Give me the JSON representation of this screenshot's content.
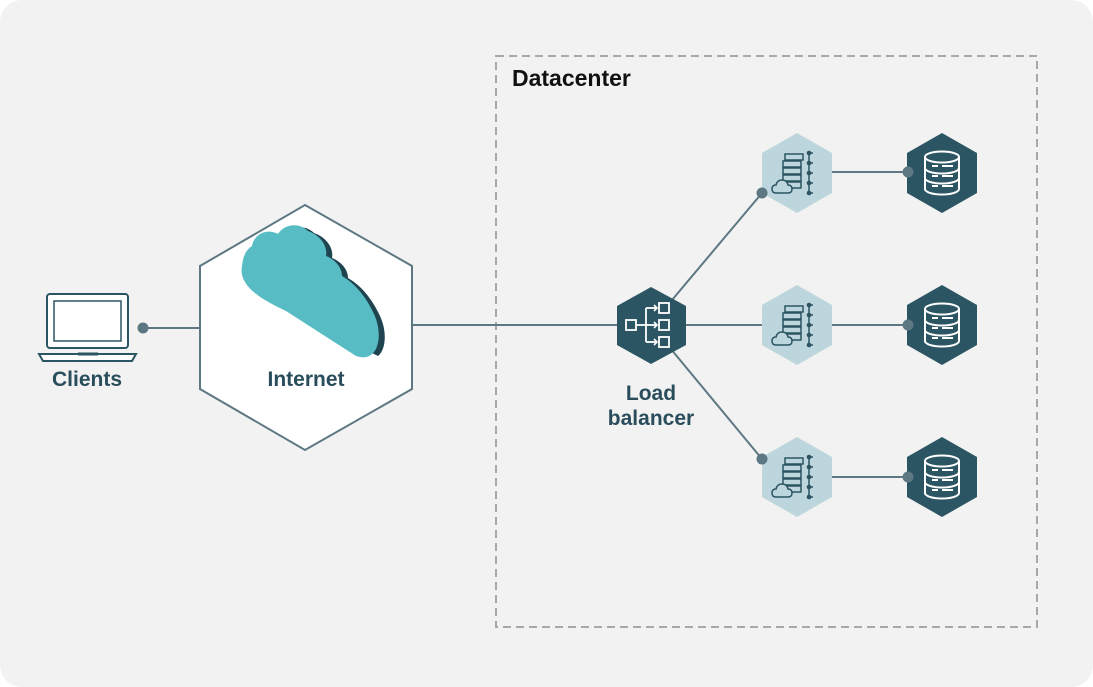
{
  "labels": {
    "datacenter": "Datacenter",
    "clients": "Clients",
    "internet": "Internet",
    "load_balancer": "Load\nbalancer"
  },
  "colors": {
    "background": "#f2f2f2",
    "line": "#5d7783",
    "dark_teal": "#2b5562",
    "light_teal": "#bdd6dd",
    "cloud": "#57bcc4",
    "cloud_shadow": "#1f4450",
    "label_text": "#2a4d5c"
  },
  "icons": {
    "client": "laptop-icon",
    "internet": "cloud-icon",
    "load_balancer": "load-balancer-icon",
    "server": "server-cluster-icon",
    "database": "database-icon"
  }
}
